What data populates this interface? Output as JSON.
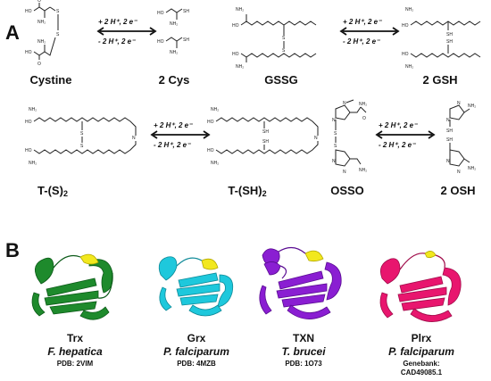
{
  "panel_a": {
    "label": "A",
    "molecules": {
      "cystine": "Cystine",
      "cys": "2 Cys",
      "gssg": "GSSG",
      "gsh": "2 GSH",
      "ts2_main": "T-(S)",
      "ts2_sub": "2",
      "tsh2_main": "T-(SH)",
      "tsh2_sub": "2",
      "osso": "OSSO",
      "osh": "2 OSH"
    },
    "equation": {
      "reduce": "+ 2 H⁺, 2 e⁻",
      "oxidize": "- 2 H⁺, 2 e⁻"
    },
    "atoms": {
      "nh2": "NH₂",
      "ho": "HO",
      "s": "S",
      "sh": "SH",
      "o": "O",
      "n": "N",
      "h": "H"
    }
  },
  "panel_b": {
    "label": "B",
    "proteins": [
      {
        "name": "Trx",
        "organism": "F. hepatica",
        "pdb": "PDB: 2VIM",
        "color": "#1e8a2c"
      },
      {
        "name": "Grx",
        "organism": "P. falciparum",
        "pdb": "PDB: 4MZB",
        "color": "#1ec8dc"
      },
      {
        "name": "TXN",
        "organism": "T. brucei",
        "pdb": "PDB: 1O73",
        "color": "#8a1ed2"
      },
      {
        "name": "Plrx",
        "organism": "P. falciparum",
        "pdb": "Genebank:",
        "pdb2": "CAD49085.1",
        "color": "#e8166e"
      }
    ],
    "active_site_color": "#f2e81e"
  }
}
